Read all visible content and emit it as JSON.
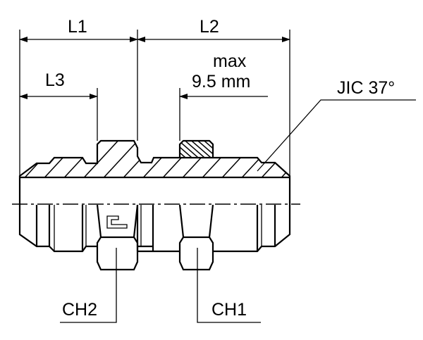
{
  "labels": {
    "l1": "L1",
    "l2": "L2",
    "l3": "L3",
    "max": "max",
    "max_value": "9.5 mm",
    "jic": "JIC 37°",
    "ch2": "CH2",
    "ch1": "CH1"
  },
  "colors": {
    "line": "#000000",
    "background": "#ffffff"
  }
}
